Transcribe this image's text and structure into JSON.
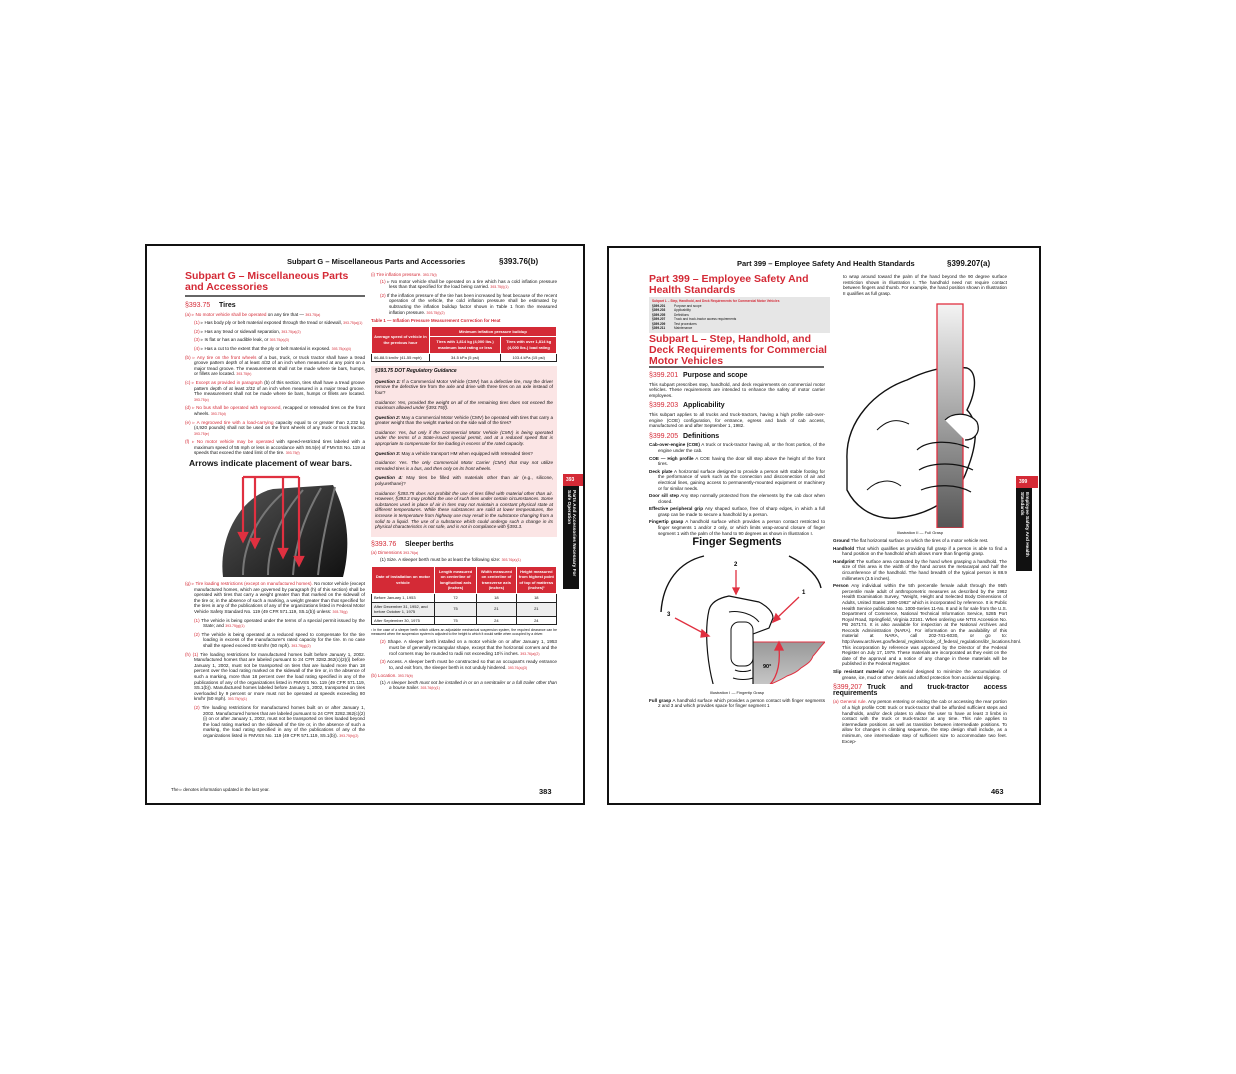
{
  "left_page": {
    "running_head": "Subpart G – Miscellaneous Parts and Accessories",
    "running_section": "§393.76(b)",
    "title": "Subpart G – Miscellaneous Parts and Accessories",
    "sec_75": {
      "num": "§393.75",
      "title": "Tires"
    },
    "tires": [
      {
        "label": "(a)",
        "lead": "▹ No motor vehicle shall be operated",
        "text": " on any tire that —",
        "cite": "393.75(a)"
      },
      {
        "label": "(1)",
        "text": "▹ Has body ply or belt material exposed through the tread or sidewall,",
        "cite": "393.75(a)(1)"
      },
      {
        "label": "(2)",
        "text": "▹ Has any tread or sidewall separation,",
        "cite": "393.75(a)(2)"
      },
      {
        "label": "(3)",
        "text": "▹ Is flat or has an audible leak, or",
        "cite": "393.75(a)(3)"
      },
      {
        "label": "(4)",
        "text": "▹ Has a cut to the extent that the ply or belt material is exposed.",
        "cite": "393.75(a)(4)"
      },
      {
        "label": "(b)",
        "lead": "▹ Any tire on the front wheels",
        "text": " of a bus, truck, or truck tractor shall have a tread groove pattern depth of at least 4/32 of an inch when measured at any point on a major tread groove. The measurements shall not be made where tie bars, humps, or fillets are located.",
        "cite": "393.75(b)"
      },
      {
        "label": "(c)",
        "lead": "▹ Except as provided in paragraph",
        "text": " (b) of this section, tires shall have a tread groove pattern depth of at least 2/32 of an inch when measured in a major tread groove. The measurement shall not be made where tie bars, humps or fillets are located.",
        "cite": "393.75(c)"
      },
      {
        "label": "(d)",
        "lead": "▹ No bus shall be operated with regrooved,",
        "text": " recapped or retreaded tires on the front wheels.",
        "cite": "393.75(d)"
      },
      {
        "label": "(e)",
        "lead": "▹ A regrooved tire with a load-carrying",
        "text": " capacity equal to or greater than 2,232 kg (4,920 pounds) shall not be used on the front wheels of any truck or truck tractor.",
        "cite": "393.75(e)"
      },
      {
        "label": "(f)",
        "lead": "▹ No motor vehicle may be operated",
        "text": " with speed-restricted tires labeled with a maximum speed of 55 mph or less in accordance with S6.5(e) of FMVSS No. 119 at speeds that exceed the rated limit of the tire.",
        "cite": "393.75(f)"
      }
    ],
    "wear_caption": "Arrows indicate placement of wear bars.",
    "tires_g": [
      {
        "label": "(g)",
        "lead": "▹ Tire loading restrictions (except on manufactured homes).",
        "text": " No motor vehicle (except manufactured homes, which are governed by paragraph (h) of this section) shall be operated with tires that carry a weight greater than that marked on the sidewall of the tire or, in the absence of such a marking, a weight greater than that specified for the tires in any of the publications of any of the organizations listed in Federal Motor Vehicle Safety Standard No. 119 (49 CFR 571.119, S5.1(b)) unless:",
        "cite": "393.75(g)"
      },
      {
        "label": "(1)",
        "text": "The vehicle is being operated under the terms of a special permit issued by the State; and",
        "cite": "393.75(g)(1)"
      },
      {
        "label": "(2)",
        "text": "The vehicle is being operated at a reduced speed to compensate for the tire loading in excess of the manufacturer's rated capacity for the tire. In no case shall the speed exceed 80 km/hr (50 mph).",
        "cite": "393.75(g)(2)"
      },
      {
        "label": "(h) (1)",
        "text": "Tire loading restrictions for manufactured homes built before January 1, 2002. Manufactured homes that are labeled pursuant to 24 CFR 3282.362(c)(2)(i) before January 1, 2002, must not be transported on tires that are loaded more than 18 percent over the load rating marked on the sidewall of the tire or, in the absence of such a marking, more than 18 percent over the load rating specified in any of the publications of any of the organizations listed in FMVSS No. 119 (49 CFR 571.119, S5.1(b)). Manufactured homes labeled before January 1, 2002, transported on tires overloaded by 9 percent or more must not be operated at speeds exceeding 80 km/hr (50 mph).",
        "cite": "393.75(h)(1)"
      },
      {
        "label": "(2)",
        "text": "Tire loading restrictions for manufactured homes built on or after January 1, 2002. Manufactured homes that are labeled pursuant to 24 CFR 3282.362(c)(2)(i) on or after January 1, 2002, must not be transported on tires loaded beyond the load rating marked on the sidewall of the tire or, in the absence of such a marking, the load rating specified in any of the publications of any of the organizations listed in FMVSS No. 119 (49 CFR 571.119, S5.1(b)).",
        "cite": "393.75(h)(2)"
      }
    ],
    "footnote": "The ▹ denotes information updated in the last year.",
    "inflation": {
      "heading": "(i) Tire inflation pressure.",
      "heading_cite": "393.75(i)",
      "items": [
        {
          "label": "(1)",
          "text": "▹ No motor vehicle shall be operated on a tire which has a cold inflation pressure less than that specified for the load being carried.",
          "cite": "393.75(i)(1)"
        },
        {
          "label": "(2)",
          "text": "If the inflation pressure of the tire has been increased by heat because of the recent operation of the vehicle, the cold inflation pressure shall be estimated by subtracting the inflation buildup factor shown in Table 1 from the measured inflation pressure.",
          "cite": "393.75(i)(2)"
        }
      ],
      "table_title": "Table 1 — Inflation Pressure Measurement Correction for Heat",
      "table": {
        "col0": "Average speed of vehicle in the previous hour",
        "group": "Minimum inflation pressure buildup",
        "col1": "Tires with 1,814 kg (4,000 lbs.) maximum load rating or less",
        "col2": "Tires with over 1,814 kg (4,000 lbs.) load rating",
        "rows": [
          [
            "66-88.5 km/hr (41-55 mph)",
            "34.5 kPa (5 psi)",
            "103.4 kPa (15 psi)"
          ]
        ]
      }
    },
    "guidance": {
      "title": "§393.75   DOT Regulatory Guidance",
      "items": [
        {
          "q": "Question 1:",
          "qt": " If a Commercial Motor Vehicle (CMV) has a defective tire, may the driver remove the defective tire from the axle and drive with three tires on an axle instead of four?",
          "a": "Guidance: Yes, provided the weight on all of the remaining tires does not exceed the maximum allowed under §393.75(f)."
        },
        {
          "q": "Question 2:",
          "qt": " May a Commercial Motor Vehicle (CMV) be operated with tires that carry a greater weight than the weight marked on the side wall of the tires?",
          "a": "Guidance: Yes, but only if the Commercial Motor Vehicle (CMV) is being operated under the terms of a State-issued special permit, and at a reduced speed that is appropriate to compensate for tire loading in excess of the rated capacity."
        },
        {
          "q": "Question 3:",
          "qt": " May a vehicle transport HM when equipped with retreaded tires?",
          "a": "Guidance: Yes. The only Commercial Motor Carrier (CMV) that may not utilize retreaded tires is a bus, and then only on its front wheels."
        },
        {
          "q": "Question 4:",
          "qt": " May tires be filled with materials other than air (e.g., silicone, polyurethane)?",
          "a": "Guidance: §393.75 does not prohibit the use of tires filled with material other than air. However, §393.3 may prohibit the use of such tires under certain circumstances. Some substances used in place of air in tires may not maintain a constant physical state at different temperatures. While these substances are solid at lower temperatures, the increase in temperature from highway use may result in the substance changing from a solid to a liquid. The use of a substance which could undergo such a change in its physical characteristics is not safe, and is not in compliance with §393.3."
        }
      ]
    },
    "sec_76": {
      "num": "§393.76",
      "title": "Sleeper berths"
    },
    "sleeper_a": {
      "label": "(a) Dimensions",
      "cite": "393.76(a)"
    },
    "sleeper_a1": {
      "label": "(1)",
      "text": "Size. A sleeper berth must be at least the following size:",
      "cite": "393.76(a)(1)"
    },
    "sleeper_table": {
      "headers": [
        "Date of installation on motor vehicle",
        "Length measured on centerline of longitudinal axis (inches)",
        "Width measured on centerline of transverse axis (inches)",
        "Height measured from highest point of top of mattress (inches)¹"
      ],
      "rows": [
        [
          "Before January 1, 1953",
          "72",
          "18",
          "18"
        ],
        [
          "After December 31, 1952, and before October 1, 1975",
          "75",
          "21",
          "21"
        ],
        [
          "After September 30, 1975",
          "75",
          "24",
          "24"
        ]
      ]
    },
    "sleeper_footnote": "¹ In the case of a sleeper berth which utilizes an adjustable mechanical suspension system, the required clearance can be measured when the suspension system is adjusted to the height to which it would settle when occupied by a driver.",
    "sleeper_more": [
      {
        "label": "(2)",
        "text": "Shape. A sleeper berth installed on a motor vehicle on or after January 1, 1953 must be of generally rectangular shape, except that the horizontal corners and the roof corners may be rounded to radii not exceeding 10½ inches.",
        "cite": "393.76(a)(2)"
      },
      {
        "label": "(3)",
        "text": "Access. A sleeper berth must be constructed so that an occupant's ready entrance to, and exit from, the sleeper berth is not unduly hindered.",
        "cite": "393.76(a)(3)"
      }
    ],
    "sleeper_b": {
      "label": "(b) Location.",
      "cite": "393.76(b)"
    },
    "sleeper_b1": {
      "label": "(1)",
      "text": "A sleeper berth must not be installed in or on a semitrailer or a full trailer other than a house trailer.",
      "cite": "393.76(b)(1)"
    },
    "tab": {
      "num": "393",
      "text": "Parts And Accessories Necessary For Safe Operation"
    },
    "page_number": "383"
  },
  "right_page": {
    "running_head": "Part 399 – Employee Safety And Health Standards",
    "running_section": "§399.207(a)",
    "part_title": "Part 399 – Employee Safety And Health Standards",
    "toc": {
      "heading": "Subpart L – Step, Handhold, and Deck Requirements for Commercial Motor Vehicles",
      "rows": [
        [
          "§399.201",
          "Purpose and scope"
        ],
        [
          "§399.203",
          "Applicability"
        ],
        [
          "§399.205",
          "Definitions"
        ],
        [
          "§399.207",
          "Truck and truck-tractor access requirements"
        ],
        [
          "§399.209",
          "Test procedures"
        ],
        [
          "§399.211",
          "Maintenance"
        ]
      ]
    },
    "subpart_title": "Subpart L – Step, Handhold, and Deck Requirements for Commercial Motor Vehicles",
    "s201": {
      "num": "§399.201",
      "title": "Purpose and scope",
      "text": "This subpart prescribes step, handhold, and deck requirements on commercial motor vehicles. These requirements are intended to enhance the safety of motor carrier employees."
    },
    "s203": {
      "num": "§399.203",
      "title": "Applicability",
      "text": "This subpart applies to all trucks and truck-tractors, having a high profile cab-over-engine (COE) configuration, for entrance, egress and back of cab access, manufactured on and after September 1, 1982."
    },
    "s205": {
      "num": "§399.205",
      "title": "Definitions"
    },
    "defs_left": [
      {
        "term": "Cab-over-engine (COE)",
        "text": " A truck or truck-tractor having all, or the front portion, of the engine under the cab."
      },
      {
        "term": "COE — High profile",
        "text": " A COE having the door sill step above the height of the front tires."
      },
      {
        "term": "Deck plate",
        "text": " A horizontal surface designed to provide a person with stable footing for the performance of work such as the connection and disconnection of air and electrical lines, gaining access to permanently-mounted equipment or machinery or for similar needs."
      },
      {
        "term": "Door sill step",
        "text": " Any step normally protected from the elements by the cab door when closed."
      },
      {
        "term": "Effective peripheral grip",
        "text": " Any shaped surface, free of sharp edges, in which a full grasp can be made to secure a handhold by a person."
      },
      {
        "term": "Fingertip grasp",
        "text": " A handhold surface which provides a person contact restricted to finger segments 1 and/or 2 only, or which limits wrap-around closure of finger segment 1 with the palm of the hand to 90 degrees as shown in Illustration I."
      }
    ],
    "finger_title": "Finger Segments",
    "finger_labels": {
      "s1": "1",
      "s2": "2",
      "s3": "3",
      "angle": "90°"
    },
    "illus1_caption": "Illustration I — Fingertip Grasp",
    "full_grasp": {
      "term": "Full grasp",
      "text": " A handhold surface which provides a person contact with finger segments 2 and 3 and which provides space for finger segment 1"
    },
    "col2_intro": "to wrap around toward the palm of the hand beyond the 90 degree surface restriction shown in Illustration I. The handhold need not require contact between fingers and thumb. For example, the hand position shown in Illustration II qualifies as full grasp.",
    "illus2_caption": "Illustration II — Full Grasp",
    "defs_right": [
      {
        "term": "Ground",
        "text": " The flat horizontal surface on which the tires of a motor vehicle rest."
      },
      {
        "term": "Handhold",
        "text": " That which qualifies as providing full grasp if a person is able to find a hand position on the handhold which allows more than fingertip grasp."
      },
      {
        "term": "Handprint",
        "text": " The surface area contacted by the hand when grasping a handhold. The size of this area is the width of the hand across the metacarpal and half the circumference of the handhold. The hand breadth of the typical person is 88.9 millimeters (3.5 inches)."
      },
      {
        "term": "Person",
        "text": " Any individual within the 5th percentile female adult through the 95th percentile male adult of anthropometric measures as described by the 1962 Health Examination Survey, \"Weight, Height and Selected Body Dimensions of Adults, United States 1960-1962\" which is incorporated by reference. It is Public Health Service publication No. 1000-Series 11-No. 8 and is for sale from the U.S. Department of Commerce, National Technical Information Service, 5285 Port Royal Road, Springfield, Virginia 22161. When ordering use NTIS Accession No. PB 267174. It is also available for inspection at the National Archives and Records Administration (NARA). For information on the availability of this material at NARA, call 202-741-6030, or go to: http://www.archives.gov/federal_register/code_of_federal_regulations/ibr_locations.html. This incorporation by reference was approved by the Director of the Federal Register on July 17, 1979. These materials are incorporated as they exist on the date of the approval and a notice of any change in these materials will be published in the Federal Register."
      },
      {
        "term": "Slip resistant material",
        "text": " Any material designed to minimize the accumulation of grease, ice, mud or other debris and afford protection from accidental slipping."
      }
    ],
    "s207": {
      "num": "§399.207",
      "title": "Truck and truck-tractor access requirements"
    },
    "s207a": {
      "label": "(a) General rule.",
      "text": " Any person entering or exiting the cab or accessing the rear portion of a high profile COE truck or truck-tractor shall be afforded sufficient steps and handholds, and/or deck plates to allow the user to have at least 3 limbs in contact with the truck or truck-tractor at any time. This rule applies to intermediate positions as well as transition between intermediate positions. To allow for changes in climbing sequence, the step design shall include, as a minimum, one intermediate step of sufficient size to accommodate two feet. Excep-"
    },
    "tab": {
      "num": "399",
      "text": "Employee Safety And Health Standards"
    },
    "page_number": "463"
  },
  "colors": {
    "accent": "#d42a36",
    "guidance_bg": "#fbe5e5",
    "tab_bg": "#111111"
  }
}
